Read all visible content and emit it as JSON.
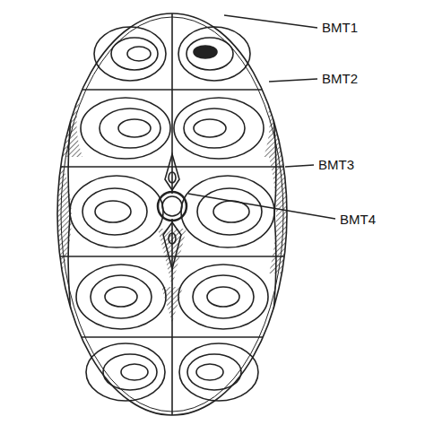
{
  "diagram": {
    "labels": [
      "BMT1",
      "BMT2",
      "BMT3",
      "BMT4"
    ]
  }
}
